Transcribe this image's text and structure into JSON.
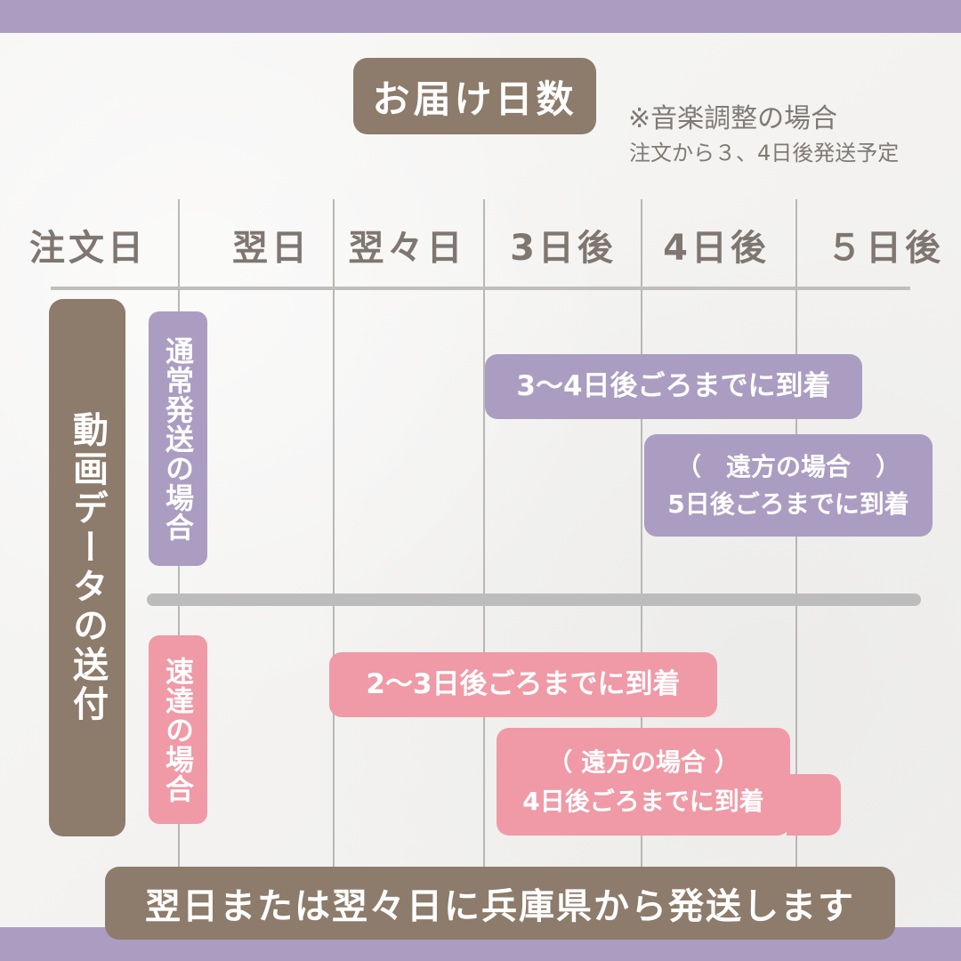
{
  "header": {
    "title": "お届け日数",
    "note_line1": "※音楽調整の場合",
    "note_line2": "注文から３、4日後発送予定"
  },
  "table": {
    "headers": [
      "注文日",
      "翌日",
      "翌々日",
      "3日後",
      "4日後",
      "５日後"
    ],
    "row_label": "動画データの送付",
    "sections": [
      {
        "label": "通常発送の場合",
        "primary": "3〜4日後ごろまでに到着",
        "secondary_line1": "（　遠方の場合　）",
        "secondary_line2": "5日後ごろまでに到着"
      },
      {
        "label": "速達の場合",
        "primary": "2〜3日後ごろまでに到着",
        "secondary_line1": "（ 遠方の場合 ）",
        "secondary_line2": "4日後ごろまでに到着"
      }
    ]
  },
  "footer": {
    "text": "翌日または翌々日に兵庫県から発送します"
  },
  "colors": {
    "band_lavender": "#ab9dc1",
    "brown": "#8d7b6b",
    "pink": "#ef9aa6",
    "text_gray": "#7f7a76",
    "line_gray": "#bdbcbc",
    "background": "#f3f2f0"
  }
}
